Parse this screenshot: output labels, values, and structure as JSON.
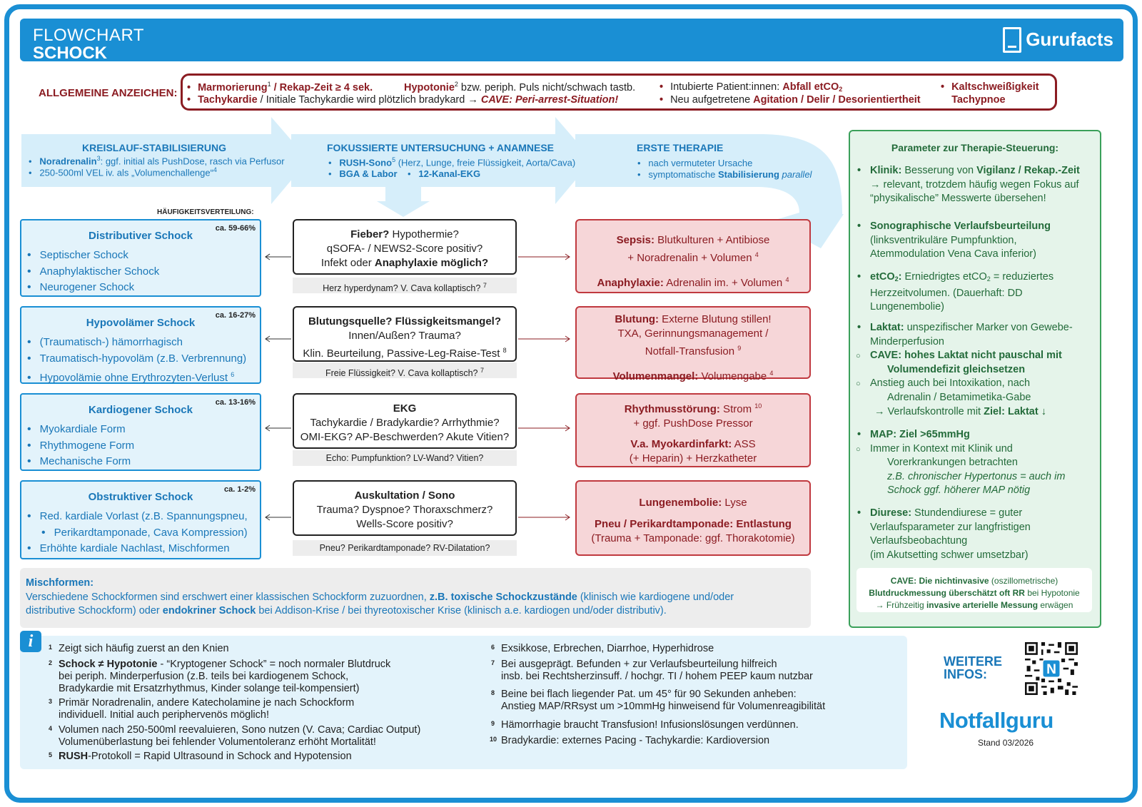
{
  "header": {
    "line1": "FLOWCHART",
    "line2": "SCHOCK",
    "brand": "Gurufacts"
  },
  "signs": {
    "label": "ALLGEMEINE ANZEICHEN:",
    "row1a_b": "Marmorierung",
    "row1a_sup": "1",
    "row1a_b2": " / Rekap-Zeit ≥ 4 sek.",
    "row1b_b": "Hypotonie",
    "row1b_sup": "2",
    "row1b_t": " bzw. periph. Puls nicht/schwach tastb.",
    "row1c_t": "Intubierte Patient:innen: ",
    "row1c_b": "Abfall etCO",
    "row1c_sub": "2",
    "row1d_b": "Kaltschweißigkeit",
    "row2a_b": "Tachykardie",
    "row2a_t": " / Initiale Tachykardie wird plötzlich bradykard → ",
    "row2a_i": "CAVE: Peri-arrest-Situation!",
    "row2b_t": "Neu aufgetretene ",
    "row2b_b": "Agitation / Delir / Desorientiertheit",
    "row2d_b": "Tachypnoe"
  },
  "columns": {
    "stab": {
      "title": "KREISLAUF-STABILISIERUNG",
      "b1_b": "Noradrenalin",
      "b1_sup": "3",
      "b1_t": ": ggf. initial als PushDose, rasch via Perfusor",
      "b2_t": "250-500ml VEL iv. als „Volumenchallenge“",
      "b2_sup": "4"
    },
    "exam": {
      "title": "FOKUSSIERTE UNTERSUCHUNG + ANAMNESE",
      "b1_b": "RUSH-Sono",
      "b1_sup": "5",
      "b1_t": " (Herz, Lunge, freie Flüssigkeit, Aorta/Cava)",
      "b2_b": "BGA & Labor",
      "b3_b": "12-Kanal-EKG"
    },
    "therapy": {
      "title": "ERSTE THERAPIE",
      "b1_t": "nach vermuteter Ursache",
      "b2_t": "symptomatische ",
      "b2_b": "Stabilisierung",
      "b2_i": " parallel"
    }
  },
  "freq_label": "HÄUFIGKEITSVERTEILUNG:",
  "shocks": [
    {
      "title": "Distributiver Schock",
      "pct": "ca. 59-66%",
      "items": [
        "Septischer Schock",
        "Anaphylaktischer Schock",
        "Neurogener Schock"
      ]
    },
    {
      "title": "Hypovolämer Schock",
      "pct": "ca. 16-27%",
      "items": [
        "(Traumatisch-) hämorrhagisch",
        "Traumatisch-hypovoläm (z.B. Verbrennung)",
        "Hypovolämie ohne Erythrozyten-Verlust"
      ],
      "sup": "6"
    },
    {
      "title": "Kardiogener Schock",
      "pct": "ca. 13-16%",
      "items": [
        "Myokardiale Form",
        "Rhythmogene Form",
        "Mechanische Form"
      ]
    },
    {
      "title": "Obstruktiver Schock",
      "pct": "ca. 1-2%",
      "items": [
        "Red. kardiale Vorlast (z.B. Spannungspneu,",
        "Perikardtamponade, Cava Kompression)",
        "Erhöhte kardiale Nachlast, Mischformen"
      ]
    }
  ],
  "questions": [
    {
      "l1_b": "Fieber?",
      "l1_t": " Hypothermie?",
      "l2": "qSOFA- / NEWS2-Score positiv?",
      "l3_t": "Infekt oder ",
      "l3_b": "Anaphylaxie möglich?",
      "sono": "Herz hyperdynam?  V. Cava kollaptisch?",
      "sono_sup": "7"
    },
    {
      "l1_b": "Blutungsquelle? Flüssigkeitsmangel?",
      "l2": "Innen/Außen? Trauma?",
      "l3": "Klin. Beurteilung, Passive-Leg-Raise-Test",
      "l3_sup": "8",
      "sono": "Freie Flüssigkeit?  V. Cava kollaptisch?",
      "sono_sup": "7"
    },
    {
      "l1_b": "EKG",
      "l2": "Tachykardie / Bradykardie? Arrhythmie?",
      "l3": "OMI-EKG? AP-Beschwerden? Akute Vitien?",
      "sono": "Echo: Pumpfunktion? LV-Wand? Vitien?"
    },
    {
      "l1_b": "Auskultation / Sono",
      "l2": "Trauma? Dyspnoe? Thoraxschmerz?",
      "l3": "Wells-Score positiv?",
      "sono": "Pneu? Perikardtamponade? RV-Dilatation?"
    }
  ],
  "therapies": [
    {
      "a_b": "Sepsis:",
      "a_t": " Blutkulturen + Antibiose",
      "a2": "+ Noradrenalin + Volumen",
      "a2_sup": "4",
      "b_b": "Anaphylaxie:",
      "b_t": " Adrenalin im. + Volumen",
      "b_sup": "4"
    },
    {
      "a_b": "Blutung:",
      "a_t": " Externe Blutung stillen!",
      "a2": "TXA, Gerinnungsmanagement /",
      "a3": "Notfall-Transfusion",
      "a3_sup": "9",
      "b_b": "Volumenmangel:",
      "b_t": " Volumengabe",
      "b_sup": "4"
    },
    {
      "a_b": "Rhythmusstörung:",
      "a_t": " Strom",
      "a_sup": "10",
      "a2": "+ ggf. PushDose Pressor",
      "b_b": "V.a. Myokardinfarkt:",
      "b_t": " ASS",
      "b2": "(+ Heparin) + Herzkatheter"
    },
    {
      "a_b": "Lungenembolie:",
      "a_t": " Lyse",
      "b_b": "Pneu / Perikardtamponade: Entlastung",
      "b2": "(Trauma + Tamponade: ggf. Thorakotomie)"
    }
  ],
  "params": {
    "title": "Parameter zur Therapie-Steuerung:",
    "klinik_b": "Klinik:",
    "klinik_t": " Besserung von ",
    "klinik_b2": "Vigilanz / Rekap.-Zeit",
    "klinik_2": "→ relevant, trotzdem häufig wegen Fokus auf",
    "klinik_3": "“physikalische” Messwerte übersehen!",
    "sono_b": "Sonographische Verlaufsbeurteilung",
    "sono_2": "(linksventrikuläre Pumpfunktion,",
    "sono_3": "Atemmodulation Vena Cava inferior)",
    "etco_b": "etCO",
    "etco_sub": "2",
    "etco_b2": ":",
    "etco_t": " Erniedrigtes etCO",
    "etco_sub2": "2",
    "etco_t2": " = reduziertes",
    "etco_2": "Herzzeitvolumen. (Dauerhaft: DD",
    "etco_3": "Lungenembolie)",
    "lak_b": "Laktat:",
    "lak_t": " unspezifischer Marker von Gewebe-",
    "lak_2": "Minderperfusion",
    "lak_s1a": "CAVE: hohes Laktat nicht pauschal mit",
    "lak_s1b": "Volumendefizit gleichsetzen",
    "lak_s2a": "Anstieg auch bei Intoxikation, nach",
    "lak_s2b": "Adrenalin / Betamimetika-Gabe",
    "lak_3t": "→ Verlaufskontrolle mit ",
    "lak_3b": "Ziel: Laktat ↓",
    "map_b": "MAP:",
    "map_b2": " Ziel >65mmHg",
    "map_s1": "Immer in Kontext mit Klinik und",
    "map_s2": "Vorerkrankungen betrachten",
    "map_s3": "z.B. chronischer Hypertonus = auch im",
    "map_s4": "Schock ggf. höherer MAP nötig",
    "diu_b": "Diurese:",
    "diu_t": " Stundendiurese = guter",
    "diu_2": "Verlaufsparameter zur langfristigen",
    "diu_3": "Verlaufsbeobachtung",
    "diu_4": "(im Akutsetting schwer umsetzbar)",
    "cave_b1": "CAVE: Die nichtinvasive",
    "cave_t1": " (oszillometrische)",
    "cave_b2": "Blutdruckmessung überschätzt oft RR",
    "cave_t2": " bei Hypotonie",
    "cave_t3": "→ Frühzeitig ",
    "cave_b3": "invasive arterielle Messung",
    "cave_t4": " erwägen"
  },
  "misch": {
    "title": "Mischformen:",
    "l1_t": "Verschiedene Schockformen sind erschwert einer klassischen Schockform zuzuordnen, ",
    "l1_b": "z.B. toxische Schockzustände",
    "l1_t2": " (klinisch wie kardiogene und/oder",
    "l2_t": "distributive Schockform) oder ",
    "l2_b": "endokriner Schock",
    "l2_t2": " bei Addison-Krise / bei thyreotoxischer Krise (klinisch a.e. kardiogen und/oder distributiv)."
  },
  "footnotes": {
    "f1": "Zeigt sich häufig zuerst an den Knien",
    "f2_b": "Schock ≠ Hypotonie",
    "f2_t": " - “Kryptogener Schock” = noch normaler Blutdruck",
    "f2_2": "bei periph. Minderperfusion (z.B. teils bei kardiogenem Schock,",
    "f2_3": "Bradykardie mit Ersatzrhythmus, Kinder solange teil-kompensiert)",
    "f3": "Primär Noradrenalin, andere Katecholamine je nach Schockform",
    "f3_2": "individuell. Initial auch periphervenös möglich!",
    "f4": "Volumen nach 250-500ml reevaluieren, Sono nutzen (V. Cava; Cardiac Output)",
    "f4_2": "Volumenüberlastung bei fehlender Volumentoleranz erhöht Mortalität!",
    "f5_b": "RUSH",
    "f5_t": "-Protokoll = Rapid Ultrasound in Schock and Hypotension",
    "f6": "Exsikkose, Erbrechen, Diarrhoe, Hyperhidrose",
    "f7": "Bei ausgeprägt. Befunden + zur Verlaufsbeurteilung hilfreich",
    "f7_2": "insb. bei Rechtsherzinsuff. / hochgr. TI / hohem PEEP kaum nutzbar",
    "f8": "Beine bei flach liegender Pat. um 45° für 90 Sekunden anheben:",
    "f8_2": "Anstieg  MAP/RRsyst um >10mmHg hinweisend für Volumenreagibilität",
    "f9": "Hämorrhagie braucht Transfusion! Infusionslösungen verdünnen.",
    "f10": "Bradykardie: externes Pacing - Tachykardie: Kardioversion",
    "n1": "1",
    "n2": "2",
    "n3": "3",
    "n4": "4",
    "n5": "5",
    "n6": "6",
    "n7": "7",
    "n8": "8",
    "n9": "9",
    "n10": "10"
  },
  "more": {
    "l1": "WEITERE",
    "l2": "INFOS:",
    "brand": "Notfallguru",
    "stand": "Stand 03/2026",
    "qr_letter": "N"
  },
  "colors": {
    "blue": "#1a8fd4",
    "darkred": "#8b1c22",
    "green": "#236b3a"
  }
}
